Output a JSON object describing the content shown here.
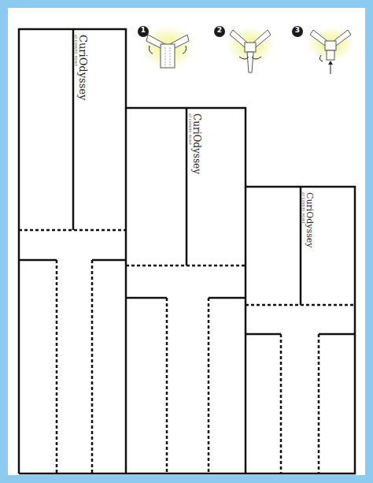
{
  "diagram": {
    "labels": [
      "1",
      "2",
      "3",
      "CuriOdyssey",
      "AT COYOTE POINT",
      "CuriOdyssey",
      "AT COYOTE POINT",
      "CuriOdyssey",
      "AT COYOTE POINT"
    ]
  }
}
